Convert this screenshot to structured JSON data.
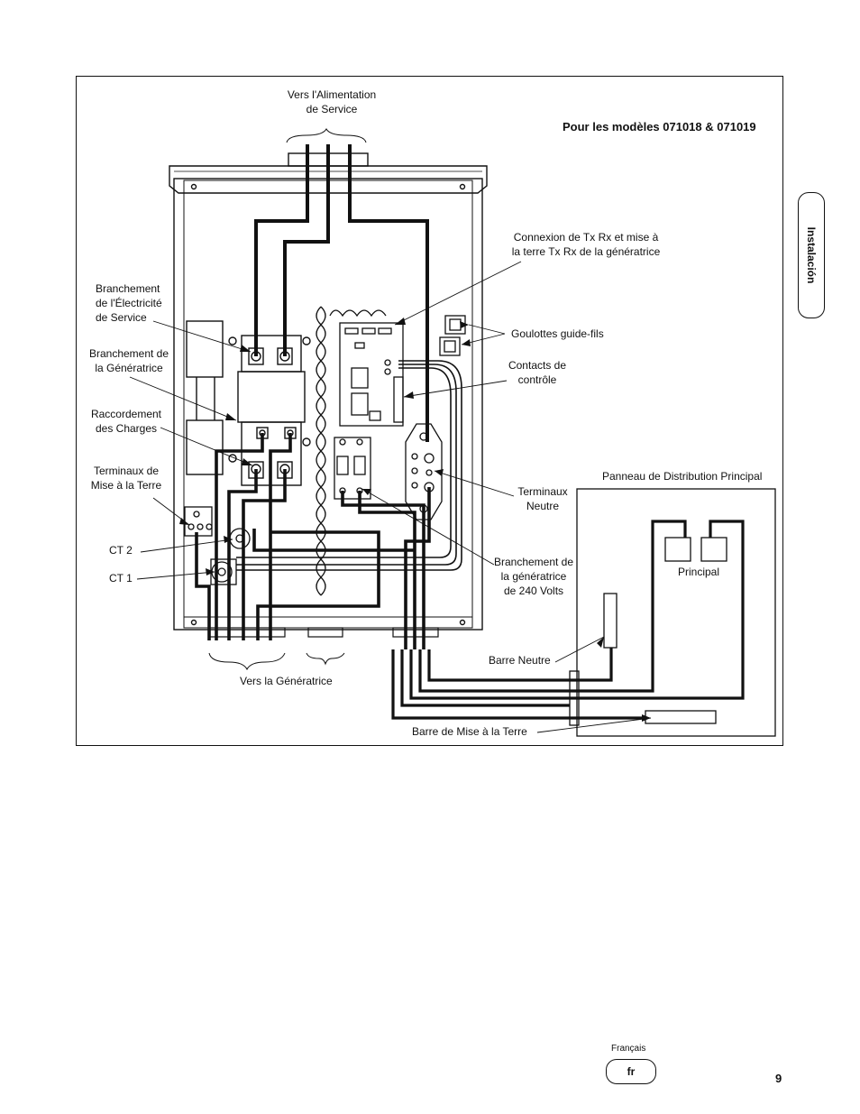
{
  "title": "Pour les modèles 071018 & 071019",
  "labels": {
    "service_supply": "Vers l'Alimentation\nde Service",
    "service_connection": "Branchement\nde l'Électricité\nde Service",
    "generator_connection": "Branchement de\nla Génératrice",
    "load_connection": "Raccordement\ndes Charges",
    "ground_terminals": "Terminaux de\nMise à la Terre",
    "ct2": "CT 2",
    "ct1": "CT 1",
    "txrx": "Connexion de Tx Rx et mise à\nla terre Tx Rx de la génératrice",
    "wire_guides": "Goulottes guide-fils",
    "control_contacts": "Contacts de\ncontrôle",
    "neutral_terminals": "Terminaux\nNeutre",
    "gen_240": "Branchement de\nla génératrice\nde 240 Volts",
    "main_panel": "Panneau de Distribution Principal",
    "principal": "Principal",
    "neutral_bar": "Barre Neutre",
    "ground_bar": "Barre de Mise à la Terre",
    "to_generator": "Vers la Génératrice"
  },
  "side_tab": "Instalación",
  "language_caption": "Français",
  "language_code": "fr",
  "page_number": "9"
}
